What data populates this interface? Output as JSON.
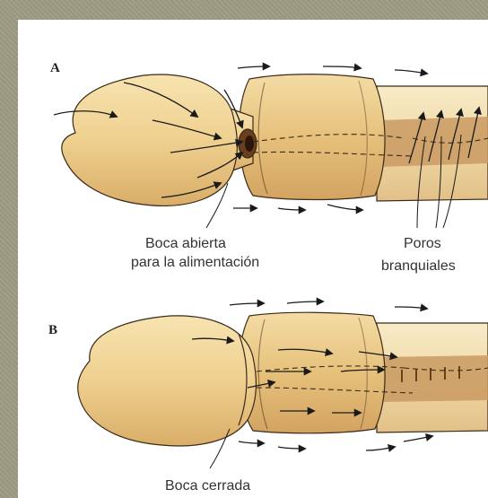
{
  "panels": [
    {
      "letter": "A",
      "labels": {
        "mouth_line1": "Boca abierta",
        "mouth_line2": "para la alimentación",
        "pores_line1": "Poros",
        "pores_line2": "branquiales"
      }
    },
    {
      "letter": "B",
      "labels": {
        "mouth": "Boca cerrada"
      }
    }
  ],
  "colors": {
    "frame": "#9e9b84",
    "background": "#ffffff",
    "body_light": "#f3d9a0",
    "body_mid": "#e2bb72",
    "body_dark": "#c9975a",
    "collar": "#e8c684",
    "pharynx": "#c89a63",
    "outline": "#3a2a18",
    "arrow": "#1a1a1a"
  },
  "icons": [
    "flow-arrow",
    "gill-pore-arrow"
  ]
}
